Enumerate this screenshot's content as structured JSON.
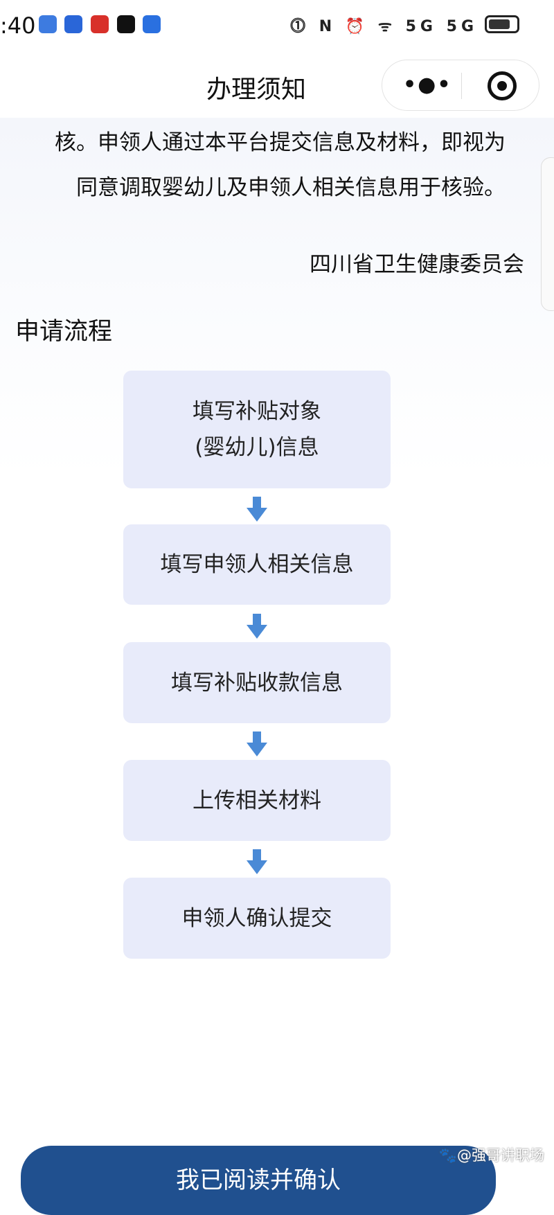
{
  "status_bar": {
    "time": ":40",
    "icons": [
      "clock-app-icon",
      "shield-app-icon",
      "game-app-icon",
      "capcut-app-icon",
      "bulb-app-icon"
    ],
    "right_icons": "⓵ N ⏰ ᯤ 5G 5G"
  },
  "nav": {
    "title": "办理须知",
    "more_label": "•●•"
  },
  "notice": {
    "line1": "核。申领人通过本平台提交信息及材料，即视为",
    "line2": "同意调取婴幼儿及申领人相关信息用于核验。",
    "signature": "四川省卫生健康委员会"
  },
  "process": {
    "heading": "申请流程",
    "steps": [
      {
        "line1": "填写补贴对象",
        "line2": "(婴幼儿)信息"
      },
      {
        "line1": "填写申领人相关信息"
      },
      {
        "line1": "填写补贴收款信息"
      },
      {
        "line1": "上传相关材料"
      },
      {
        "line1": "申领人确认提交"
      }
    ]
  },
  "confirm_button": "我已阅读并确认",
  "watermark": "🐾@强哥讲职场",
  "colors": {
    "step_bg": "#e8ebfa",
    "arrow": "#4a8ad6",
    "button": "#20508f"
  }
}
